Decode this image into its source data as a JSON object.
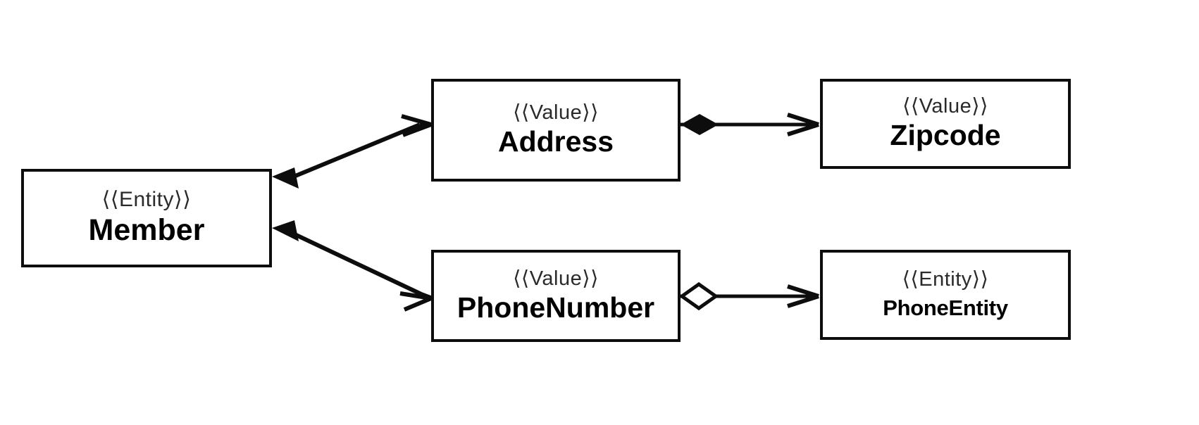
{
  "diagram": {
    "title": "DDD entity and value object composition diagram",
    "background_color": "#ffffff",
    "line_color": "#0d0d0d",
    "stereotype_color": "#2a2a2a",
    "stereotype_open": "⟨⟨",
    "stereotype_close": "⟩⟩",
    "nodes": [
      {
        "id": "member",
        "stereotype": "⟨⟨Entity⟩⟩",
        "name": "Member"
      },
      {
        "id": "address",
        "stereotype": "⟨⟨Value⟩⟩",
        "name": "Address"
      },
      {
        "id": "zipcode",
        "stereotype": "⟨⟨Value⟩⟩",
        "name": "Zipcode"
      },
      {
        "id": "phonenumber",
        "stereotype": "⟨⟨Value⟩⟩",
        "name": "PhoneNumber"
      },
      {
        "id": "phoneentity",
        "stereotype": "⟨⟨Entity⟩⟩",
        "name": "PhoneEntity"
      }
    ],
    "edges": [
      {
        "id": "member-address",
        "from": "member",
        "to": "address",
        "source_marker": "filled-diamond",
        "target_marker": "open-arrow",
        "relation": "composition"
      },
      {
        "id": "member-phonenumber",
        "from": "member",
        "to": "phonenumber",
        "source_marker": "filled-diamond",
        "target_marker": "open-arrow",
        "relation": "composition"
      },
      {
        "id": "address-zipcode",
        "from": "address",
        "to": "zipcode",
        "source_marker": "filled-diamond",
        "target_marker": "open-arrow",
        "relation": "composition"
      },
      {
        "id": "phonenumber-phoneentity",
        "from": "phonenumber",
        "to": "phoneentity",
        "source_marker": "hollow-diamond",
        "target_marker": "open-arrow",
        "relation": "aggregation"
      }
    ]
  }
}
